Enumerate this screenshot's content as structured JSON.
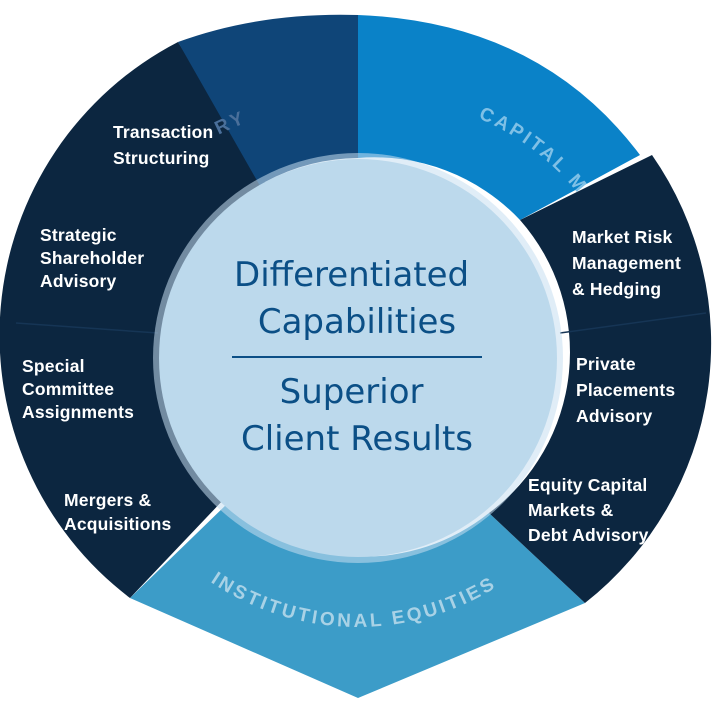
{
  "colors": {
    "dark_navy": "#0c2640",
    "advisory_navy": "#0f4578",
    "capital_blue": "#0a82c8",
    "institutional_blue": "#3c9cc8",
    "center_fill": "#bcd9ec",
    "center_text": "#0b4f86",
    "advisory_arc_text": "#4a6f9a",
    "capital_arc_text": "#7fc0e6",
    "institutional_arc_text": "#a9d2e6"
  },
  "arcs": {
    "advisory": "RY",
    "capital": "CAPITAL M",
    "institutional": "INSTITUTIONAL EQUITIES"
  },
  "segments": [
    {
      "lines": [
        "Transaction",
        "Structuring"
      ]
    },
    {
      "lines": [
        "Strategic",
        "Shareholder",
        "Advisory"
      ]
    },
    {
      "lines": [
        "Special",
        "Committee",
        "Assignments"
      ]
    },
    {
      "lines": [
        "Mergers &",
        "Acquisitions"
      ]
    },
    {
      "lines": [
        "Market Risk",
        "Management",
        "& Hedging"
      ]
    },
    {
      "lines": [
        "Private",
        "Placements",
        "Advisory"
      ]
    },
    {
      "lines": [
        "Equity Capital",
        "Markets &",
        "Debt Advisory"
      ]
    }
  ],
  "center": {
    "top_lines": [
      "Differentiated",
      "Capabilities"
    ],
    "bottom_lines": [
      "Superior",
      "Client Results"
    ]
  }
}
